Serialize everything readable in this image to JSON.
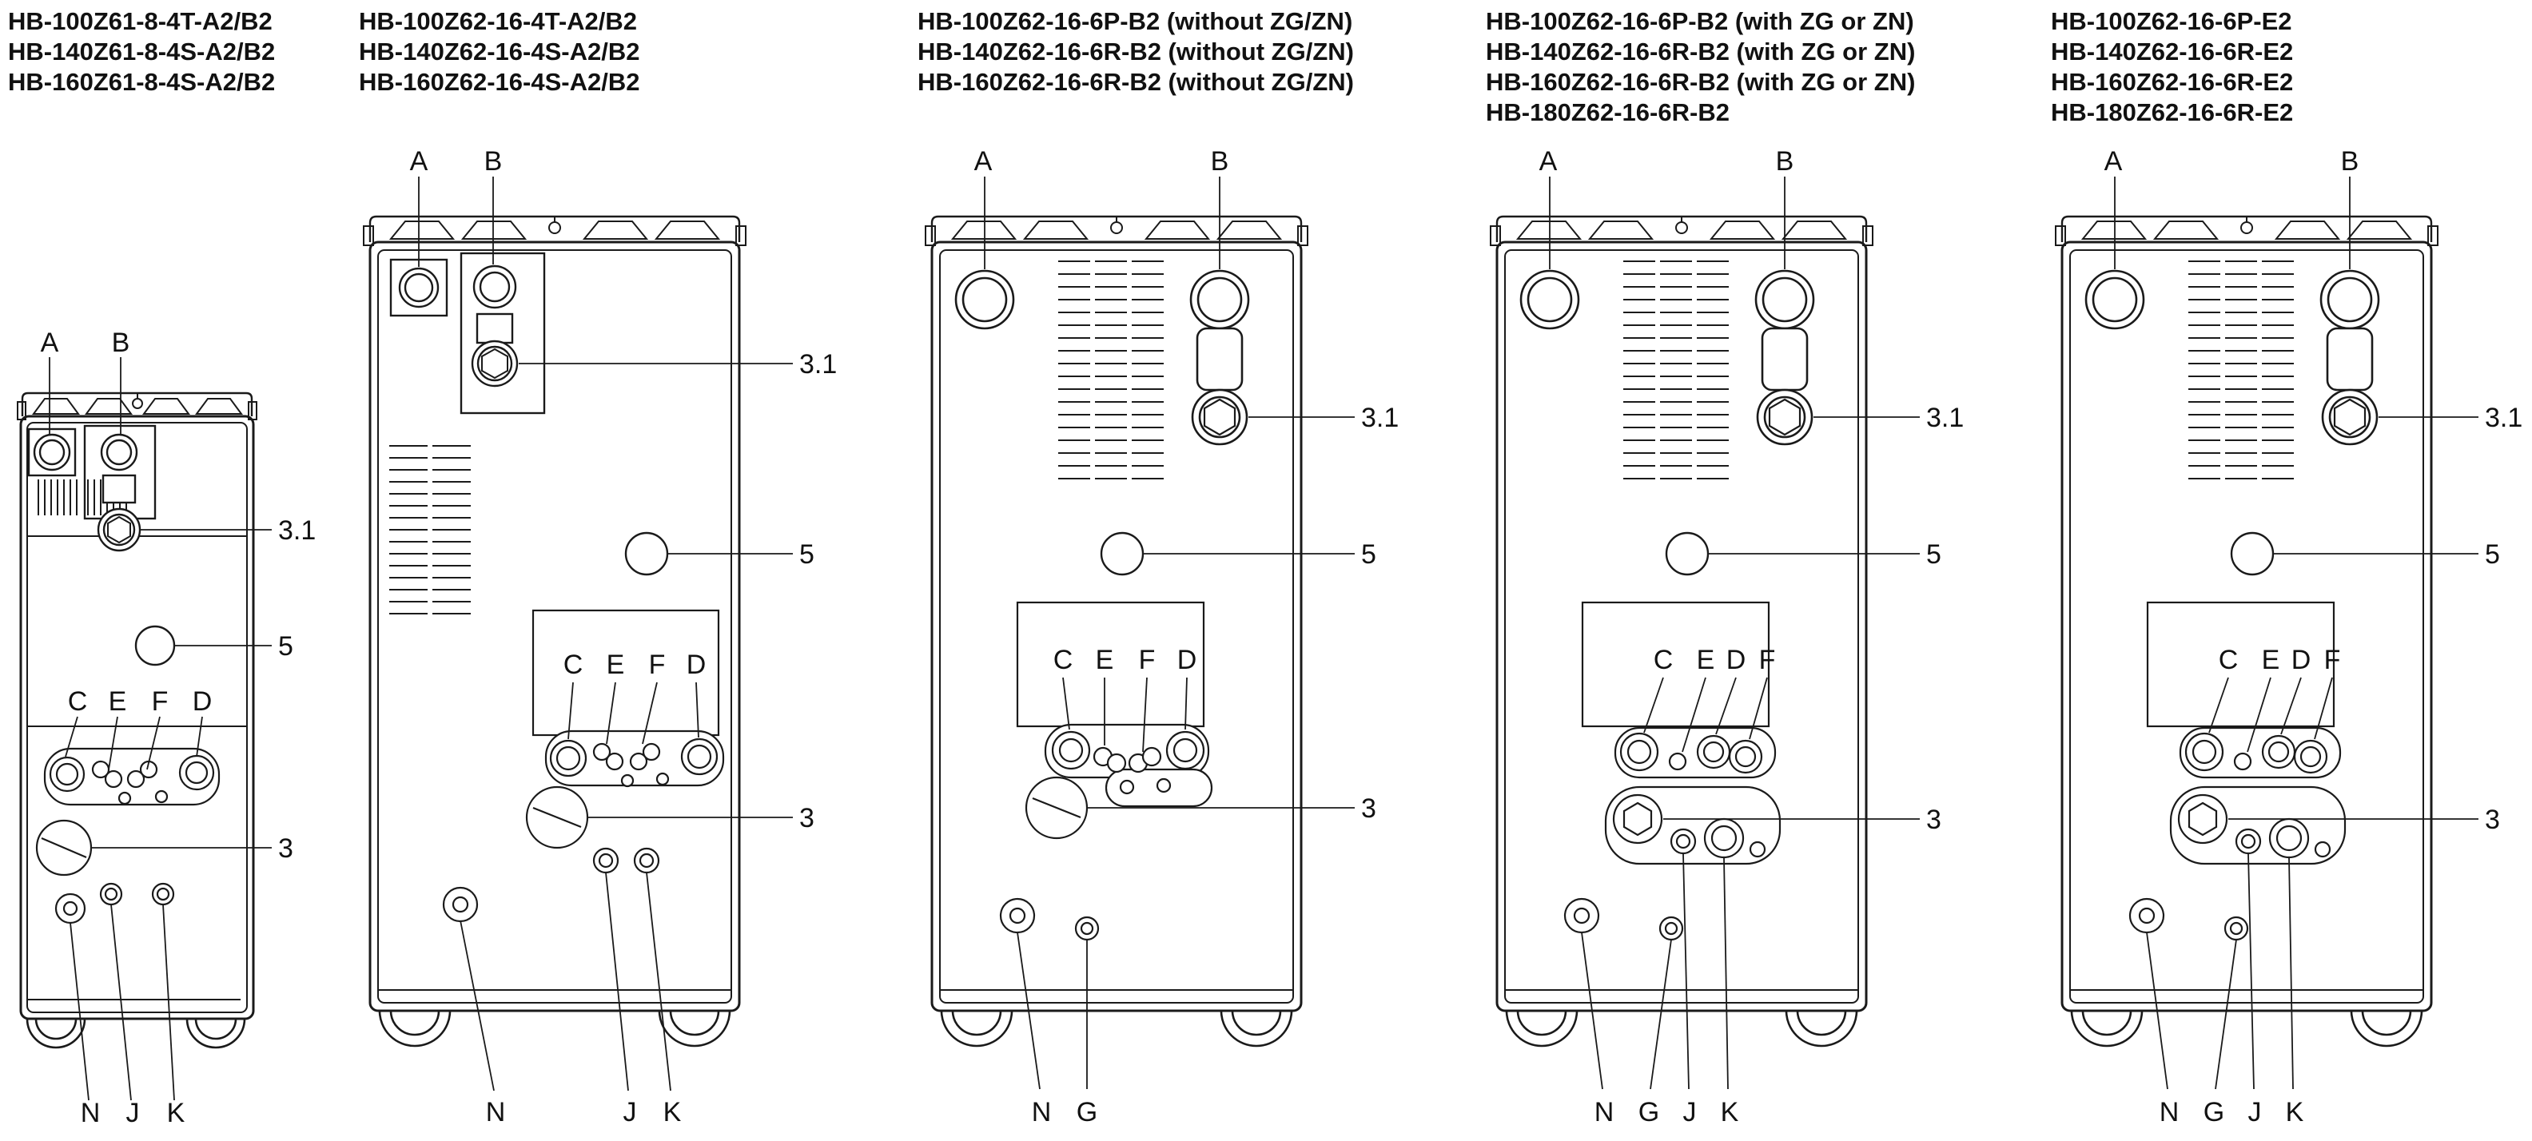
{
  "panels": [
    {
      "models": [
        "HB-100Z61-8-4T-A2/B2",
        "HB-140Z61-8-4S-A2/B2",
        "HB-160Z61-8-4S-A2/B2"
      ],
      "top": [
        "A",
        "B"
      ],
      "right": [
        "3.1",
        "5",
        "3"
      ],
      "mid": [
        "C",
        "E",
        "F",
        "D"
      ],
      "bottom": [
        "N",
        "J",
        "K"
      ]
    },
    {
      "models": [
        "HB-100Z62-16-4T-A2/B2",
        "HB-140Z62-16-4S-A2/B2",
        "HB-160Z62-16-4S-A2/B2"
      ],
      "top": [
        "A",
        "B"
      ],
      "right": [
        "3.1",
        "5",
        "3"
      ],
      "mid": [
        "C",
        "E",
        "F",
        "D"
      ],
      "bottom": [
        "N",
        "J",
        "K"
      ]
    },
    {
      "models": [
        "HB-100Z62-16-6P-B2 (without ZG/ZN)",
        "HB-140Z62-16-6R-B2 (without ZG/ZN)",
        "HB-160Z62-16-6R-B2 (without ZG/ZN)"
      ],
      "top": [
        "A",
        "B"
      ],
      "right": [
        "3.1",
        "5",
        "3"
      ],
      "mid": [
        "C",
        "E",
        "F",
        "D"
      ],
      "bottom": [
        "N",
        "G"
      ]
    },
    {
      "models": [
        "HB-100Z62-16-6P-B2 (with ZG or ZN)",
        "HB-140Z62-16-6R-B2 (with ZG or ZN)",
        "HB-160Z62-16-6R-B2 (with ZG or ZN)",
        "HB-180Z62-16-6R-B2"
      ],
      "top": [
        "A",
        "B"
      ],
      "right": [
        "3.1",
        "5",
        "3"
      ],
      "mid": [
        "C",
        "E",
        "D",
        "F"
      ],
      "bottom": [
        "N",
        "G",
        "J",
        "K"
      ]
    },
    {
      "models": [
        "HB-100Z62-16-6P-E2",
        "HB-140Z62-16-6R-E2",
        "HB-160Z62-16-6R-E2",
        "HB-180Z62-16-6R-E2"
      ],
      "top": [
        "A",
        "B"
      ],
      "right": [
        "3.1",
        "5",
        "3"
      ],
      "mid": [
        "C",
        "E",
        "D",
        "F"
      ],
      "bottom": [
        "N",
        "G",
        "J",
        "K"
      ]
    }
  ]
}
